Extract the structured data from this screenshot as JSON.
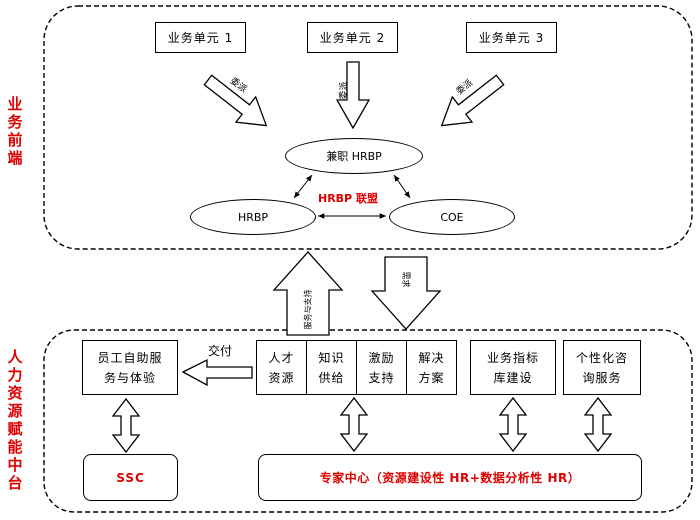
{
  "side_labels": {
    "front": "业务前端",
    "middle": "人力资源赋能中台"
  },
  "business_units": [
    "业务单元 1",
    "业务单元 2",
    "业务单元 3"
  ],
  "arrow_labels": {
    "dispatch": "委派",
    "up": "服务与支持",
    "down": "需求",
    "deliver": "交付"
  },
  "alliance": {
    "top": "兼职 HRBP",
    "left": "HRBP",
    "right": "COE",
    "title": "HRBP 联盟"
  },
  "middle": {
    "self_service": [
      "员工自助服",
      "务与体验"
    ],
    "capabilities": [
      [
        "人才",
        "资源"
      ],
      [
        "知识",
        "供给"
      ],
      [
        "激励",
        "支持"
      ],
      [
        "解决",
        "方案"
      ]
    ],
    "indicator": [
      "业务指标",
      "库建设"
    ],
    "consulting": [
      "个性化咨",
      "询服务"
    ],
    "ssc": "SSC",
    "expert_center": "专家中心（资源建设性 HR+数据分析性 HR）"
  },
  "colors": {
    "accent": "#e00000"
  }
}
